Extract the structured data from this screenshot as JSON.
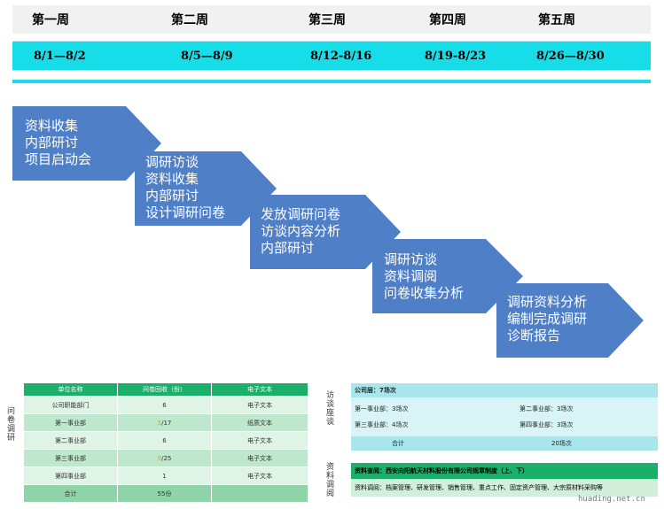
{
  "weeks": [
    {
      "name": "第一周",
      "dates": "8/1—8/2"
    },
    {
      "name": "第二周",
      "dates": "8/5—8/9"
    },
    {
      "name": "第三周",
      "dates": "8/12-8/16"
    },
    {
      "name": "第四周",
      "dates": "8/19-8/23"
    },
    {
      "name": "第五周",
      "dates": "8/26—8/30"
    }
  ],
  "steps": [
    {
      "lines": "资料收集\n内部研讨\n项目启动会"
    },
    {
      "lines": "调研访谈\n资料收集\n内部研讨\n设计调研问卷"
    },
    {
      "lines": "发放调研问卷\n访谈内容分析\n内部研讨"
    },
    {
      "lines": "调研访谈\n资料调阅\n问卷收集分析"
    },
    {
      "lines": "调研资料分析\n编制完成调研\n诊断报告"
    }
  ],
  "survey": {
    "label": "问卷调研",
    "headers": [
      "单位名称",
      "问卷回收（份）",
      "电子文本"
    ],
    "rows": [
      {
        "unit": "公司职能部门",
        "count": "6",
        "count_hl": "",
        "count_rest": "",
        "type": "电子文本"
      },
      {
        "unit": "第一事业部",
        "count": "",
        "count_hl": "5",
        "count_rest": "/17",
        "type": "纸质文本"
      },
      {
        "unit": "第二事业部",
        "count": "6",
        "count_hl": "",
        "count_rest": "",
        "type": "电子文本"
      },
      {
        "unit": "第三事业部",
        "count": "",
        "count_hl": "9",
        "count_rest": "/25",
        "type": "电子文本"
      },
      {
        "unit": "第四事业部",
        "count": "1",
        "count_hl": "",
        "count_rest": "",
        "type": "电子文本"
      }
    ],
    "total_label": "合计",
    "total_value": "55份"
  },
  "interviews": {
    "label": "访谈座谈",
    "head": "公司层：7场次",
    "items": [
      "第一事业部：3场次",
      "第二事业部：3场次",
      "第三事业部：4场次",
      "第四事业部：3场次"
    ],
    "total_label": "合计",
    "total_value": "20场次"
  },
  "documents": {
    "label": "资料调阅",
    "head": "资料查阅：西安向阳航天材料股份有限公司规章制度（上、下）",
    "body": "资料调阅：档案管理、研发管理、销售管理、重点工作、固定资产管理、大宗原材料采购等"
  },
  "watermark": "huading.net.cn",
  "colors": {
    "arrow": "#4f7fc7",
    "cyan": "#17dde8",
    "green": "#1bb06a"
  }
}
